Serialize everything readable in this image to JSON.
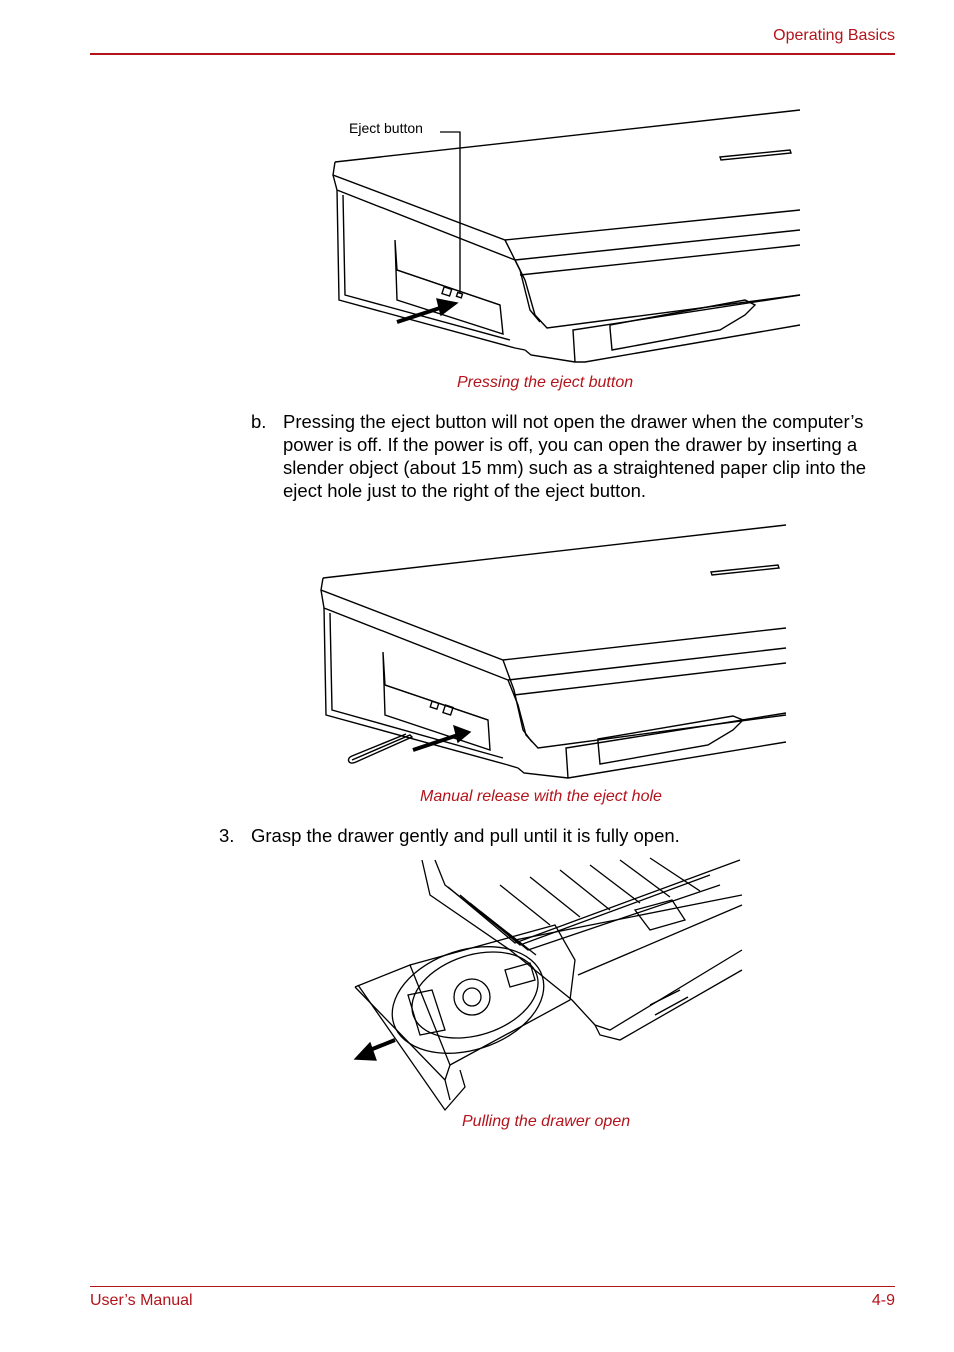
{
  "header": {
    "section_title": "Operating Basics"
  },
  "figures": [
    {
      "callout_label": "Eject button",
      "caption": "Pressing the eject button"
    },
    {
      "caption": "Manual release with the eject hole"
    },
    {
      "caption": "Pulling the drawer open"
    }
  ],
  "paragraphs": {
    "b": {
      "marker": "b.",
      "text": "Pressing the eject button will not open the drawer when the computer’s power is off. If the power is off, you can open the drawer by inserting a slender object (about 15 mm) such as a straightened paper clip into the eject hole just to the right of the eject button."
    },
    "step3": {
      "marker": "3.",
      "text": "Grasp the drawer gently and pull until it is fully open."
    }
  },
  "footer": {
    "left": "User’s Manual",
    "right": "4-9"
  }
}
